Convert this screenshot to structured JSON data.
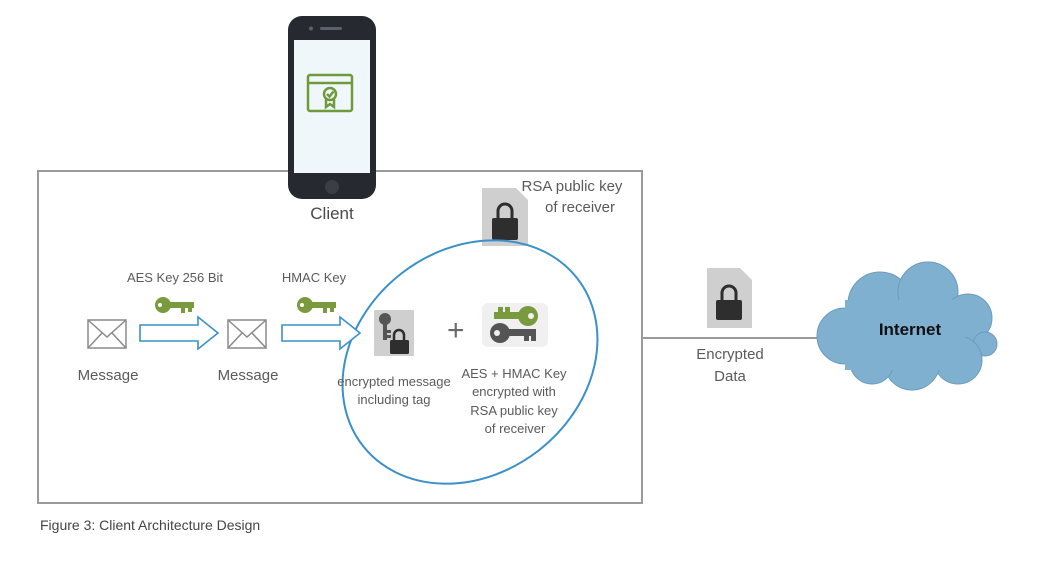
{
  "client": {
    "label": "Client"
  },
  "rsa_key": {
    "label_line1": "RSA public key",
    "label_line2": "of receiver"
  },
  "aes_key": {
    "label": "AES Key 256 Bit"
  },
  "hmac_key": {
    "label": "HMAC Key"
  },
  "message1": {
    "label": "Message"
  },
  "message2": {
    "label": "Message"
  },
  "encrypted_message": {
    "label_line1": "encrypted message",
    "label_line2": "including tag"
  },
  "plus_sign": "+",
  "keys_bundle": {
    "line1": "AES + HMAC Key",
    "line2": "encrypted with",
    "line3": "RSA public key",
    "line4": "of receiver"
  },
  "encrypted_data": {
    "line1": "Encrypted",
    "line2": "Data"
  },
  "internet": {
    "label": "Internet"
  },
  "caption": "Figure 3: Client Architecture Design",
  "colors": {
    "key_green": "#7a9a3e",
    "arrow_blue": "#3a90c8",
    "cloud_blue": "#7fb0d0",
    "ellipse_blue": "#3a90c8",
    "doc_gray": "#cfcfcf",
    "lock_dark": "#2e2e2e",
    "frame_gray": "#9a9a9a"
  }
}
